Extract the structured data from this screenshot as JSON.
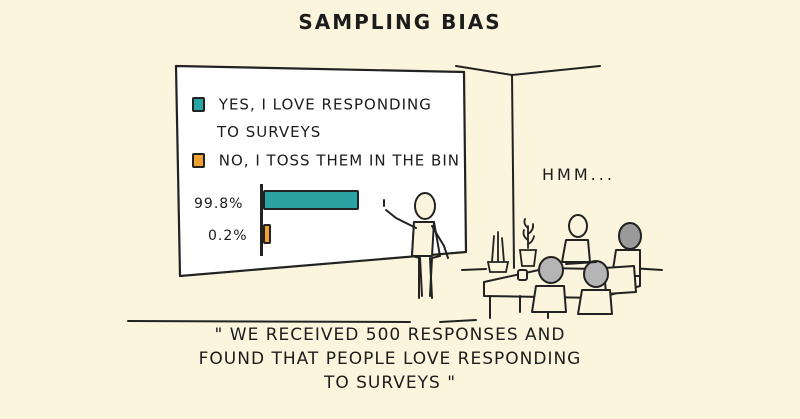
{
  "title": "SAMPLING BIAS",
  "board": {
    "options": [
      {
        "line1": "YES, I LOVE RESPONDING",
        "line2": "TO SURVEYS",
        "color": "#2ba3a3"
      },
      {
        "line1": "NO, I TOSS THEM IN THE BIN",
        "color": "#f0a030"
      }
    ]
  },
  "chart_data": {
    "type": "bar",
    "orientation": "horizontal",
    "categories": [
      "YES, I LOVE RESPONDING TO SURVEYS",
      "NO, I TOSS THEM IN THE BIN"
    ],
    "values": [
      99.8,
      0.2
    ],
    "labels": [
      "99.8%",
      "0.2%"
    ],
    "colors": [
      "#2ba3a3",
      "#f0a030"
    ]
  },
  "speech": "HMM...",
  "quote": {
    "line1": "\" WE RECEIVED 500 RESPONSES AND",
    "line2": "FOUND THAT PEOPLE LOVE RESPONDING",
    "line3": "TO SURVEYS \""
  }
}
